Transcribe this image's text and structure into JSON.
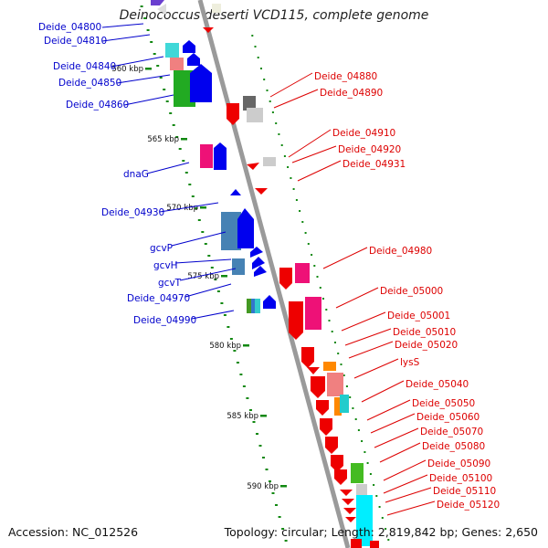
{
  "title": "Deinococcus deserti VCD115, complete genome",
  "footer": {
    "accession": "Accession: NC_012526",
    "topology": "Topology: circular; Length: 2,819,842 bp; Genes: 2,650"
  },
  "colors": {
    "left_label": "#0000cc",
    "right_label": "#dd0000",
    "backbone": "#9a9a9a",
    "tick": "#118811"
  },
  "ticks": [
    {
      "label": "560 kbp"
    },
    {
      "label": "565 kbp"
    },
    {
      "label": "570 kbp"
    },
    {
      "label": "575 kbp"
    },
    {
      "label": "580 kbp"
    },
    {
      "label": "585 kbp"
    },
    {
      "label": "590 kbp"
    }
  ],
  "left_labels": [
    {
      "text": "Deide_04800"
    },
    {
      "text": "Deide_04810"
    },
    {
      "text": "Deide_04840"
    },
    {
      "text": "Deide_04850"
    },
    {
      "text": "Deide_04860"
    },
    {
      "text": "dnaG"
    },
    {
      "text": "Deide_04930"
    },
    {
      "text": "gcvP"
    },
    {
      "text": "gcvH"
    },
    {
      "text": "gcvT"
    },
    {
      "text": "Deide_04970"
    },
    {
      "text": "Deide_04990"
    }
  ],
  "right_labels": [
    {
      "text": "Deide_04880"
    },
    {
      "text": "Deide_04890"
    },
    {
      "text": "Deide_04910"
    },
    {
      "text": "Deide_04920"
    },
    {
      "text": "Deide_04931"
    },
    {
      "text": "Deide_04980"
    },
    {
      "text": "Deide_05000"
    },
    {
      "text": "Deide_05001"
    },
    {
      "text": "Deide_05010"
    },
    {
      "text": "Deide_05020"
    },
    {
      "text": "lysS"
    },
    {
      "text": "Deide_05040"
    },
    {
      "text": "Deide_05050"
    },
    {
      "text": "Deide_05060"
    },
    {
      "text": "Deide_05070"
    },
    {
      "text": "Deide_05080"
    },
    {
      "text": "Deide_05090"
    },
    {
      "text": "Deide_05100"
    },
    {
      "text": "Deide_05110"
    },
    {
      "text": "Deide_05120"
    }
  ]
}
